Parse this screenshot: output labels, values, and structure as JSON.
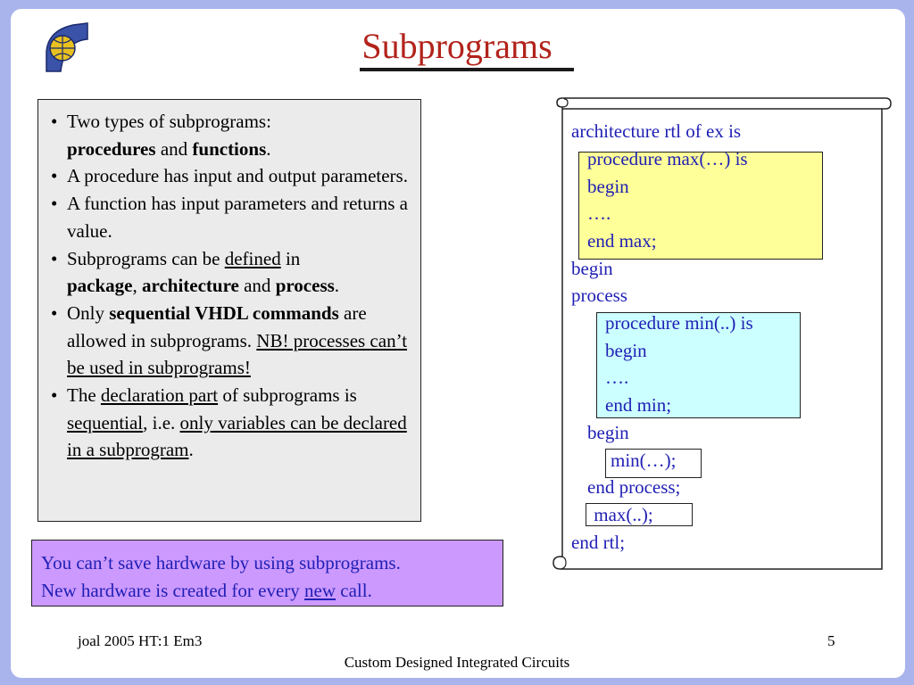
{
  "title": "Subprograms",
  "bullets": {
    "b1_a": "Two types of subprograms:",
    "b1_procedures": "procedures",
    "b1_and": "and",
    "b1_functions": "functions",
    "b1_end": ".",
    "b2": "A procedure has input and output parameters.",
    "b3": "A function has input parameters and returns a value.",
    "b4_a": "Subprograms can be",
    "b4_defined": "defined",
    "b4_in": "in",
    "b4_package": "package",
    "b4_comma": ",",
    "b4_architecture": "architecture",
    "b4_and": "and",
    "b4_process": "process",
    "b4_end": ".",
    "b5_a": "Only",
    "b5_seq": "sequential VHDL commands",
    "b5_b": "are allowed in subprograms.",
    "b5_nb": "NB! processes can’t be used in subprograms!",
    "b6_a": "The",
    "b6_decl": "declaration part",
    "b6_b": "of subprograms is",
    "b6_seq": "sequential",
    "b6_c": ", i.e.",
    "b6_only": "only variables can be declared in a subprogram",
    "b6_end": "."
  },
  "note": {
    "line1": "You can’t save hardware by using subprograms.",
    "line2_a": "New hardware is created for every",
    "line2_new": "new",
    "line2_b": "call."
  },
  "code": {
    "l1": "architecture rtl of ex is",
    "l2": "procedure max(…) is",
    "l3": "begin",
    "l4": "….",
    "l5": "end max;",
    "l6": "begin",
    "l7": "process",
    "l8": "procedure min(..) is",
    "l9": "begin",
    "l10": "….",
    "l11": "end min;",
    "l12": "begin",
    "l13": "min(…);",
    "l14": "end process;",
    "l15": " max(..);",
    "l16": "end rtl;"
  },
  "footer": {
    "left": "joal 2005 HT:1 Em3",
    "page": "5",
    "center": "Custom Designed Integrated Circuits"
  },
  "colors": {
    "background": "#a9b4ec",
    "title": "#b2231b",
    "code_text": "#1f1fb4",
    "bullet_box": "#ebebeb",
    "note_box": "#cc99ff",
    "yellow_box": "#ffff99",
    "cyan_box": "#ccffff"
  }
}
